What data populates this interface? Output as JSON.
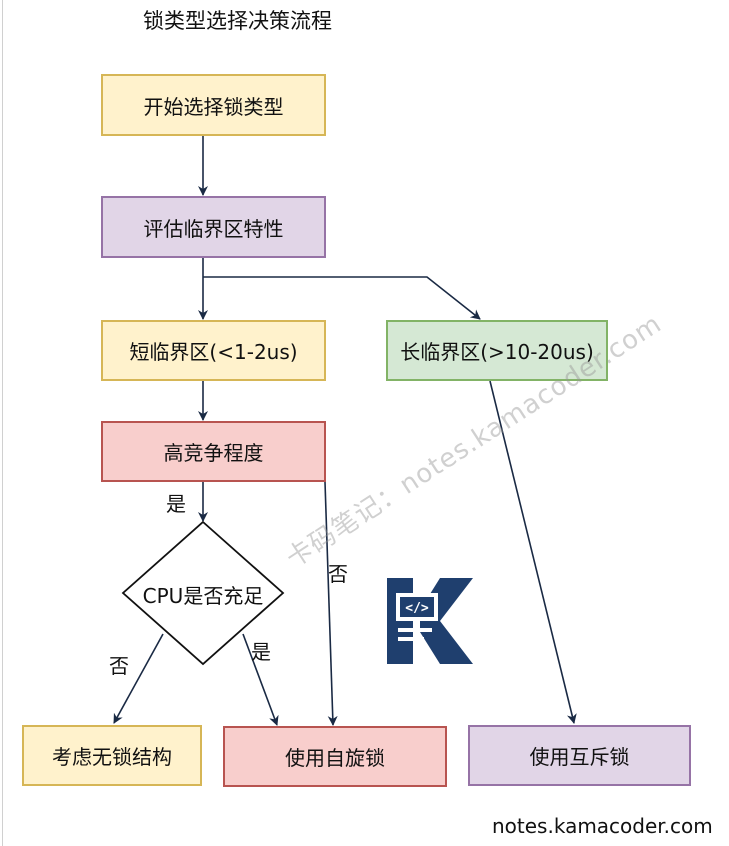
{
  "title": "锁类型选择决策流程",
  "nodes": {
    "start": "开始选择锁类型",
    "evaluate": "评估临界区特性",
    "short_section": "短临界区(<1-2us)",
    "long_section": "长临界区(>10-20us)",
    "contention": "高竞争程度",
    "cpu_question": "CPU是否充足",
    "lock_free": "考虑无锁结构",
    "spinlock": "使用自旋锁",
    "mutex": "使用互斥锁"
  },
  "edge_labels": {
    "contention_yes": "是",
    "contention_no": "否",
    "cpu_no": "否",
    "cpu_yes": "是"
  },
  "watermark": "卡码笔记：notes.kamacoder.com",
  "footer": "notes.kamacoder.com",
  "colors": {
    "yellow_fill": "#fff2cc",
    "purple_fill": "#e1d5e7",
    "green_fill": "#d5e8d4",
    "red_fill": "#f8cecc",
    "arrow": "#1a2a44",
    "logo": "#1f3f6e"
  },
  "icons": {
    "logo": "kamacoder-logo-icon"
  }
}
